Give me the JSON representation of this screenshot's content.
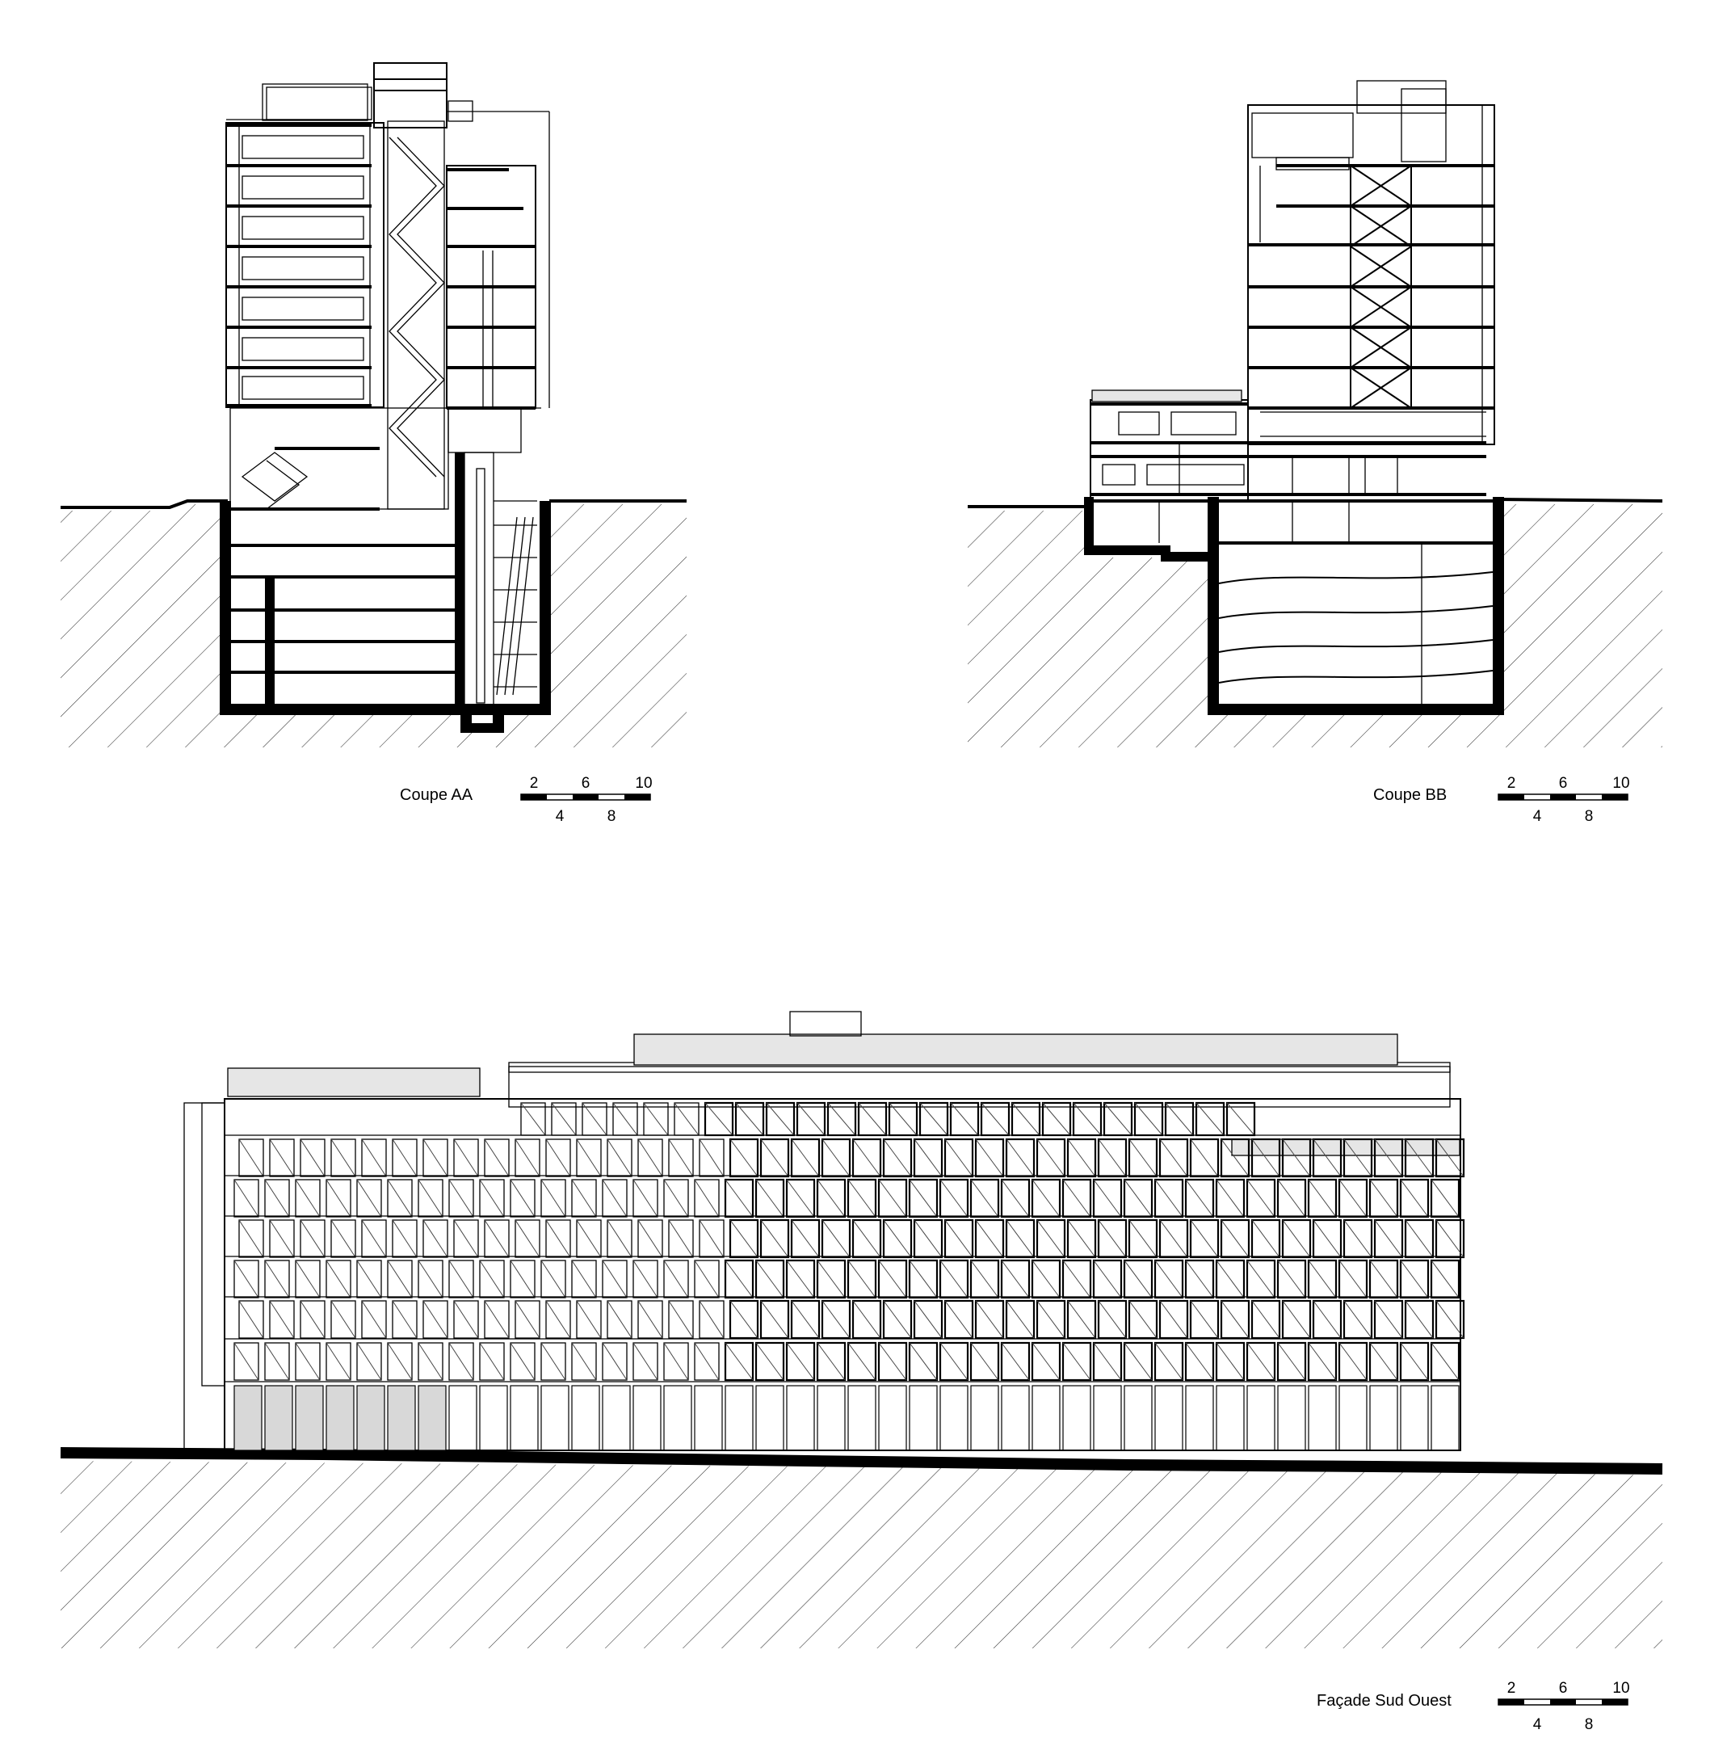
{
  "drawings": [
    {
      "id": "coupe-aa",
      "title": "Coupe AA",
      "scale_labels_top": [
        "2",
        "6",
        "10"
      ],
      "scale_labels_bottom": [
        "4",
        "8"
      ]
    },
    {
      "id": "coupe-bb",
      "title": "Coupe BB",
      "scale_labels_top": [
        "2",
        "6",
        "10"
      ],
      "scale_labels_bottom": [
        "4",
        "8"
      ]
    },
    {
      "id": "facade-sud-ouest",
      "title": "Façade Sud Ouest",
      "scale_labels_top": [
        "2",
        "6",
        "10"
      ],
      "scale_labels_bottom": [
        "4",
        "8"
      ]
    }
  ]
}
